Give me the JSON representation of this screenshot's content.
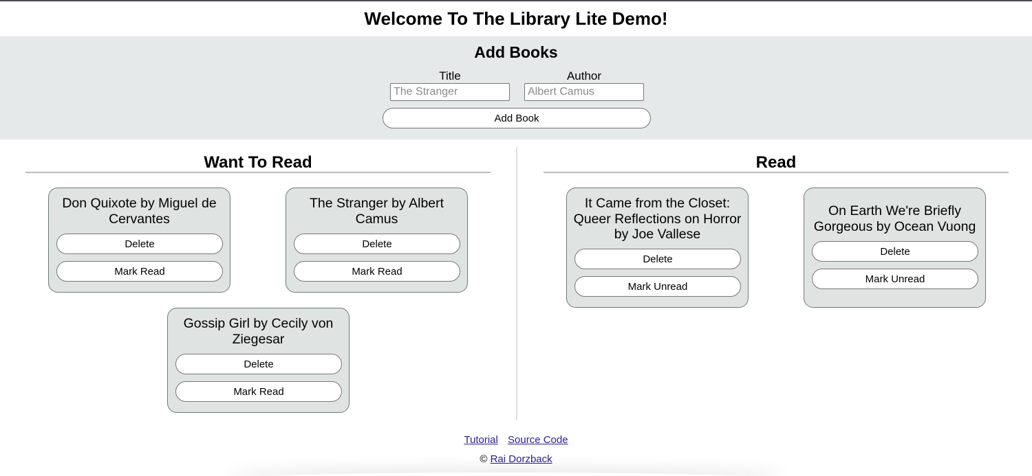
{
  "header": {
    "title": "Welcome To The Library Lite Demo!"
  },
  "add_books": {
    "heading": "Add Books",
    "title_label": "Title",
    "title_placeholder": "The Stranger",
    "author_label": "Author",
    "author_placeholder": "Albert Camus",
    "add_button_label": "Add Book"
  },
  "want_to_read": {
    "heading": "Want To Read",
    "books": [
      {
        "title": "Don Quixote by Miguel de Cervantes",
        "delete_label": "Delete",
        "toggle_label": "Mark Read"
      },
      {
        "title": "The Stranger by Albert Camus",
        "delete_label": "Delete",
        "toggle_label": "Mark Read"
      },
      {
        "title": "Gossip Girl by Cecily von Ziegesar",
        "delete_label": "Delete",
        "toggle_label": "Mark Read"
      }
    ]
  },
  "read": {
    "heading": "Read",
    "books": [
      {
        "title": "It Came from the Closet: Queer Reflections on Horror by Joe Vallese",
        "delete_label": "Delete",
        "toggle_label": "Mark Unread"
      },
      {
        "title": "On Earth We're Briefly Gorgeous by Ocean Vuong",
        "delete_label": "Delete",
        "toggle_label": "Mark Unread"
      }
    ]
  },
  "footer": {
    "tutorial_link": "Tutorial",
    "source_link": "Source Code",
    "copyright_symbol": "©",
    "author_link": "Rai Dorzback"
  }
}
